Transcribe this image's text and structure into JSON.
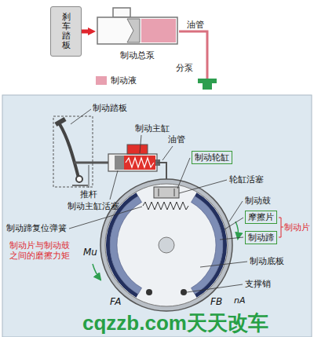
{
  "diagram": {
    "nodes": [
      {
        "text": [
          "刹车踏板"
        ]
      },
      {
        "text": [
          "制动总泵"
        ]
      },
      {
        "text": [
          "分泵"
        ]
      },
      {
        "text": [
          "制动轮缸"
        ]
      },
      {
        "text": [
          "摩擦片"
        ]
      },
      {
        "text": [
          "制动蹄"
        ]
      }
    ],
    "edges": [
      {
        "from": 0,
        "to": 1,
        "arrow": "to"
      },
      {
        "from": 1,
        "to": 2,
        "arrow": "none",
        "label": "油管"
      }
    ],
    "labels": [
      "制动踏板",
      "制动主缸",
      "油管",
      "轮缸活塞",
      "制动鼓",
      "制动片",
      "制动底板",
      "支撑销",
      "推杆",
      "制动主缸活塞",
      "制动蹄复位弹簧",
      "制动片与制动鼓之间的磨擦力矩",
      "Mu",
      "nA",
      "FA",
      "FB",
      "cqzzb.com天天改车"
    ],
    "legend": [
      {
        "text": "制动液",
        "color": "#e8a0b0"
      }
    ]
  }
}
